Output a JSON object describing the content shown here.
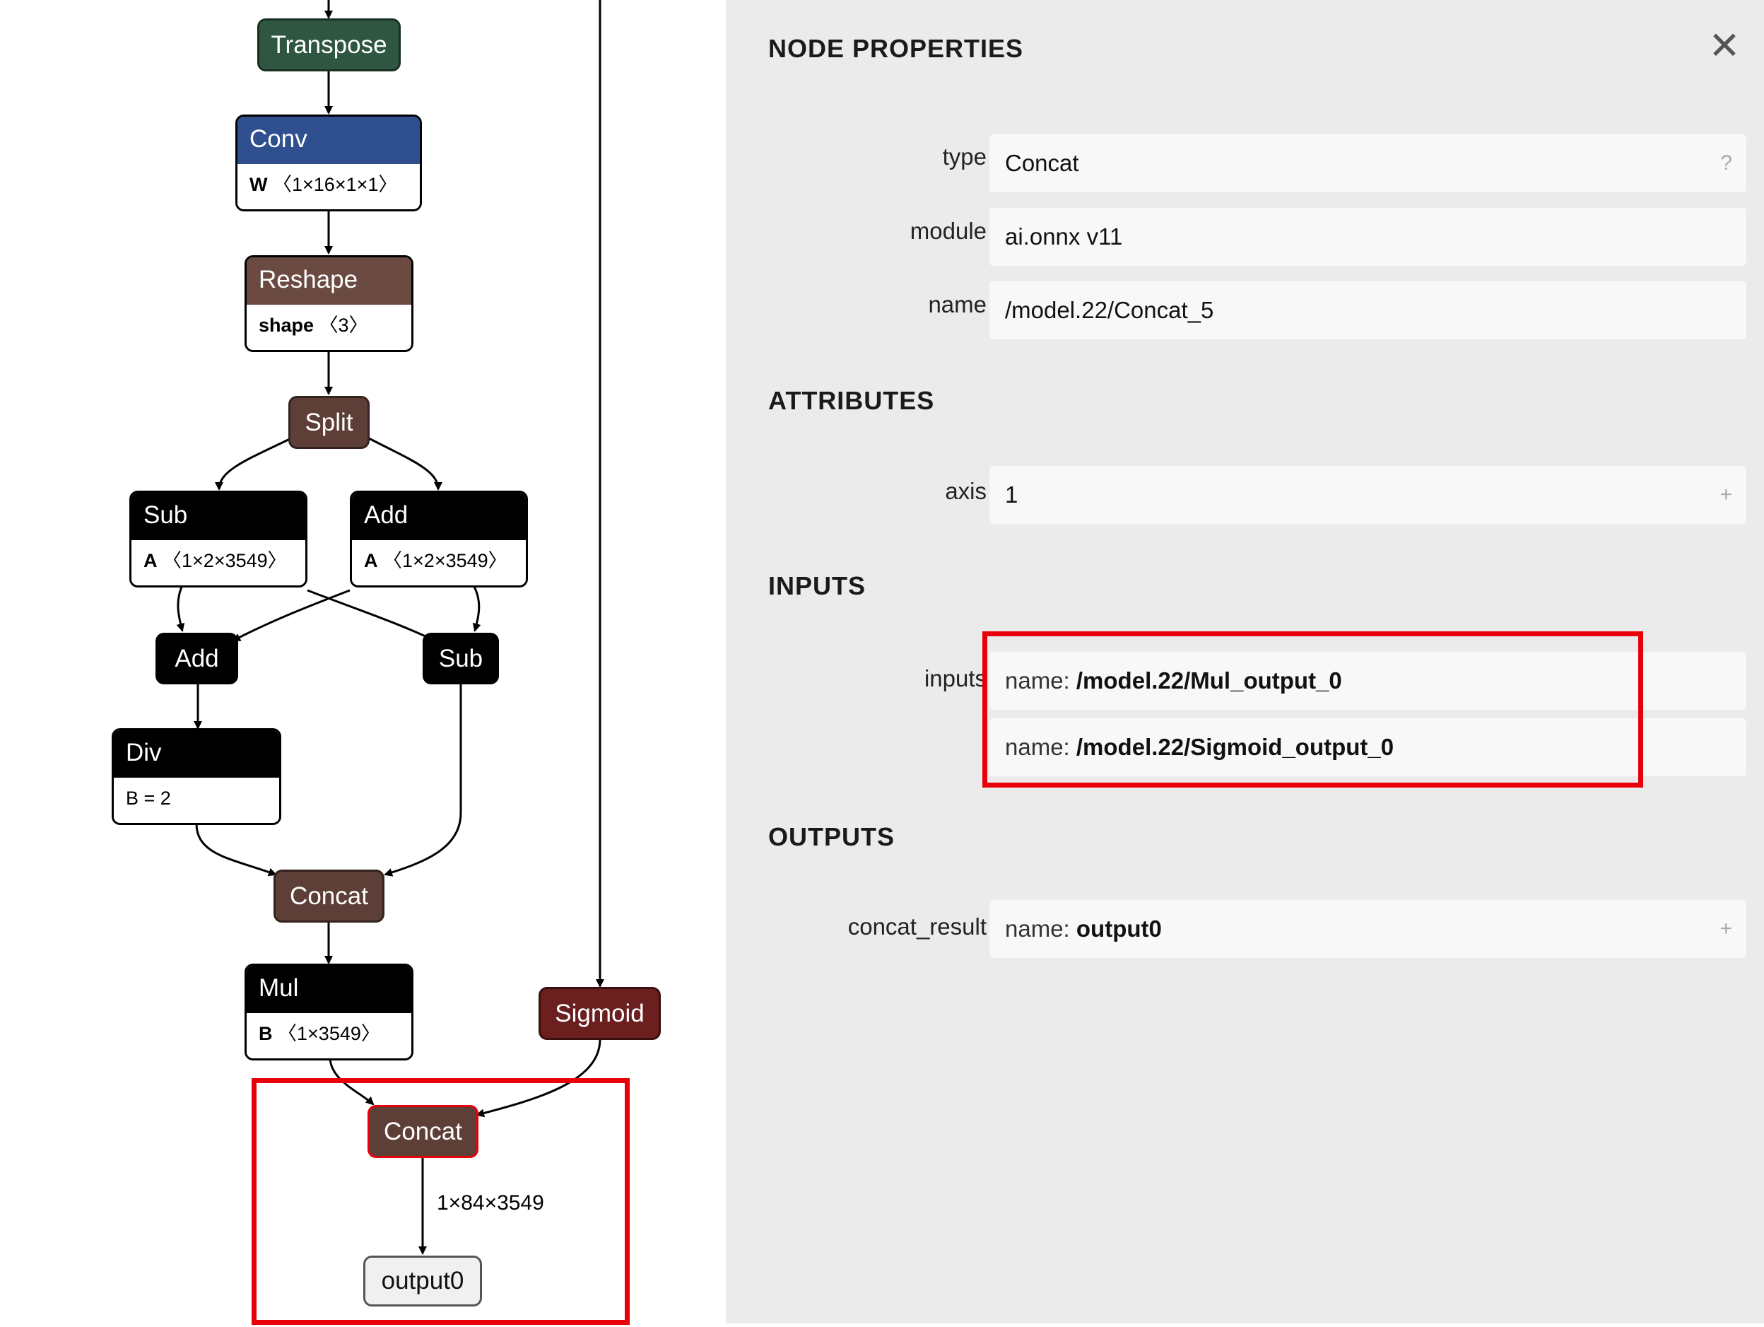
{
  "graph": {
    "nodes": {
      "transpose": {
        "title": "Transpose",
        "color": "#2f5641"
      },
      "conv": {
        "title": "Conv",
        "attr_name": "W",
        "attr_value": "〈1×16×1×1〉",
        "color": "#2f4f8f"
      },
      "reshape": {
        "title": "Reshape",
        "attr_name": "shape",
        "attr_value": "〈3〉",
        "color": "#6b4a42"
      },
      "split": {
        "title": "Split",
        "color": "#5e3f37"
      },
      "sub_a": {
        "title": "Sub",
        "attr_name": "A",
        "attr_value": "〈1×2×3549〉",
        "color": "#000000"
      },
      "add_a": {
        "title": "Add",
        "attr_name": "A",
        "attr_value": "〈1×2×3549〉",
        "color": "#000000"
      },
      "add_b": {
        "title": "Add",
        "color": "#000000"
      },
      "sub_b": {
        "title": "Sub",
        "color": "#000000"
      },
      "div": {
        "title": "Div",
        "attr_text": "B = 2",
        "color": "#000000"
      },
      "concat_a": {
        "title": "Concat",
        "color": "#5e3f37"
      },
      "mul": {
        "title": "Mul",
        "attr_name": "B",
        "attr_value": "〈1×3549〉",
        "color": "#000000"
      },
      "sigmoid": {
        "title": "Sigmoid",
        "color": "#6b1f1f"
      },
      "concat_b": {
        "title": "Concat",
        "color": "#5e3f37"
      },
      "output": {
        "title": "output0"
      }
    },
    "edge_label": "1×84×3549"
  },
  "panel": {
    "title": "NODE PROPERTIES",
    "close_icon": "close-icon",
    "properties": {
      "type_label": "type",
      "type_value": "Concat",
      "type_help": "?",
      "module_label": "module",
      "module_value": "ai.onnx v11",
      "name_label": "name",
      "name_value": "/model.22/Concat_5"
    },
    "attributes": {
      "title": "ATTRIBUTES",
      "axis_label": "axis",
      "axis_value": "1",
      "expand": "+"
    },
    "inputs": {
      "title": "INPUTS",
      "label": "inputs",
      "items": [
        {
          "prefix": "name: ",
          "value": "/model.22/Mul_output_0"
        },
        {
          "prefix": "name: ",
          "value": "/model.22/Sigmoid_output_0"
        }
      ]
    },
    "outputs": {
      "title": "OUTPUTS",
      "label": "concat_result",
      "prefix": "name: ",
      "value": "output0",
      "expand": "+"
    }
  },
  "colors": {
    "highlight": "#e8000b",
    "panel_bg": "#ebebeb"
  }
}
